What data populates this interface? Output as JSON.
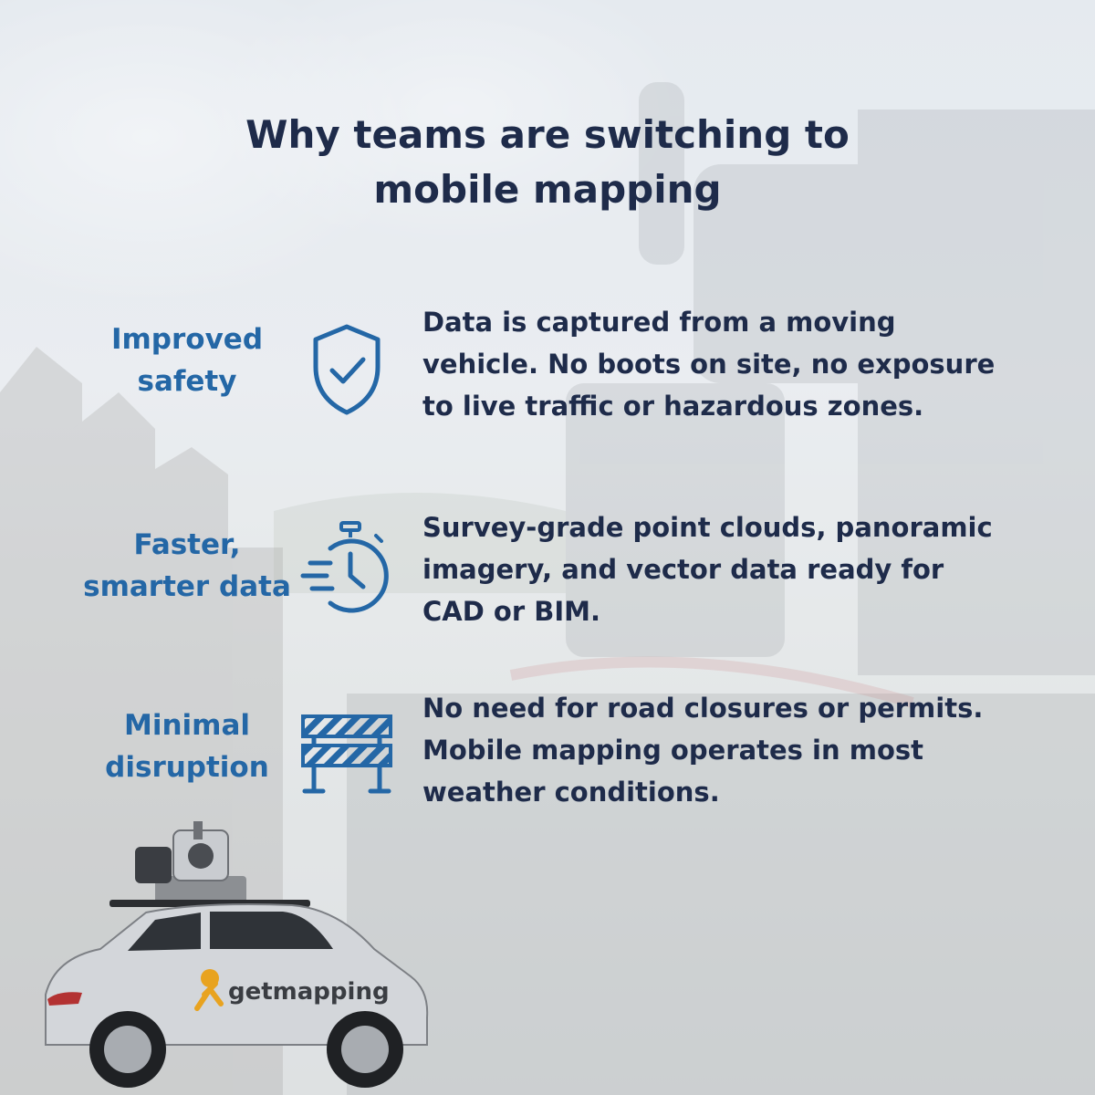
{
  "title": {
    "line1": "Why teams are switching to",
    "line2": "mobile mapping"
  },
  "benefits": [
    {
      "label_lines": [
        "Improved",
        "safety"
      ],
      "icon": "shield-check-icon",
      "desc_lines": [
        "Data is captured from a moving",
        "vehicle. No boots on site, no exposure",
        "to live traffic or hazardous zones."
      ]
    },
    {
      "label_lines": [
        "Faster,",
        "smarter data"
      ],
      "icon": "stopwatch-icon",
      "desc_lines": [
        "Survey-grade point clouds, panoramic",
        "imagery, and vector data ready for",
        "CAD or BIM."
      ]
    },
    {
      "label_lines": [
        "Minimal",
        "disruption"
      ],
      "icon": "road-barrier-icon",
      "desc_lines": [
        "No need for road closures or permits.",
        "Mobile mapping operates in most",
        "weather conditions."
      ]
    }
  ],
  "brand": {
    "name": "getmapping"
  },
  "colors": {
    "title": "#1e2b4a",
    "label": "#2467a6",
    "icon": "#2467a6",
    "body": "#1e2b4a"
  }
}
